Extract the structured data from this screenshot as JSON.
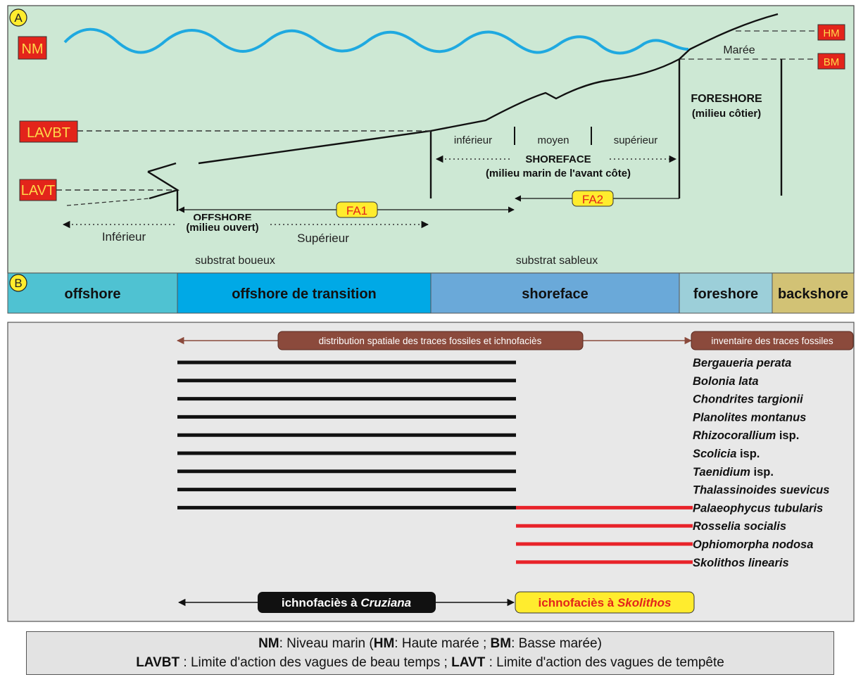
{
  "panel_a": {
    "marker": "A",
    "labels": {
      "nm": "NM",
      "hm": "HM",
      "bm": "BM",
      "lavbt": "LAVBT",
      "lavt": "LAVT",
      "maree": "Marée",
      "foreshore_title": "FORESHORE",
      "foreshore_sub": "(milieu côtier)",
      "inferieur": "inférieur",
      "moyen": "moyen",
      "superieur": "supérieur",
      "shoreface_title": "SHOREFACE",
      "shoreface_sub": "(milieu marin de l'avant côte)",
      "fa1": "FA1",
      "fa2": "FA2",
      "offshore_title": "OFFSHORE",
      "offshore_sub": "(milieu ouvert)",
      "off_inferieur": "Inférieur",
      "off_superieur": "Supérieur",
      "substrat_boueux": "substrat boueux",
      "substrat_sableux": "substrat sableux"
    }
  },
  "panel_b": {
    "marker": "B",
    "zones": [
      {
        "label": "offshore",
        "color": "#4fc2d2"
      },
      {
        "label": "offshore de transition",
        "color": "#00a9e6"
      },
      {
        "label": "shoreface",
        "color": "#6aa9d9"
      },
      {
        "label": "foreshore",
        "color": "#9ccfd9"
      },
      {
        "label": "backshore",
        "color": "#d2c275"
      }
    ],
    "distribution_label": "distribution spatiale des traces fossiles et ichnofaciès",
    "inventory_label": "inventaire des traces fossiles",
    "traces": [
      {
        "genus": "Bergaueria perata",
        "suffix": "",
        "range": "black"
      },
      {
        "genus": "Bolonia lata",
        "suffix": "",
        "range": "black"
      },
      {
        "genus": "Chondrites targionii",
        "suffix": "",
        "range": "black"
      },
      {
        "genus": "Planolites montanus",
        "suffix": "",
        "range": "black"
      },
      {
        "genus": "Rhizocorallium",
        "suffix": " isp.",
        "range": "black"
      },
      {
        "genus": "Scolicia",
        "suffix": " isp.",
        "range": "black"
      },
      {
        "genus": "Taenidium",
        "suffix": " isp.",
        "range": "black"
      },
      {
        "genus": "Thalassinoides suevicus",
        "suffix": "",
        "range": "black"
      },
      {
        "genus": "Palaeophycus tubularis",
        "suffix": "",
        "range": "both"
      },
      {
        "genus": "Rosselia socialis",
        "suffix": "",
        "range": "red"
      },
      {
        "genus": "Ophiomorpha nodosa",
        "suffix": "",
        "range": "red"
      },
      {
        "genus": "Skolithos linearis",
        "suffix": "",
        "range": "red"
      }
    ],
    "cruziana": {
      "prefix": "ichnofaciès à ",
      "name": "Cruziana"
    },
    "skolithos": {
      "prefix": "ichnofaciès à ",
      "name": "Skolithos"
    }
  },
  "legend": {
    "line1": [
      {
        "t": "NM",
        "b": true
      },
      {
        "t": ": Niveau marin (",
        "b": false
      },
      {
        "t": "HM",
        "b": true
      },
      {
        "t": ": Haute marée ; ",
        "b": false
      },
      {
        "t": "BM",
        "b": true
      },
      {
        "t": ": Basse marée)",
        "b": false
      }
    ],
    "line2": [
      {
        "t": "LAVBT",
        "b": true
      },
      {
        "t": " : Limite d'action des vagues de beau temps ; ",
        "b": false
      },
      {
        "t": "LAVT",
        "b": true
      },
      {
        "t": " : Limite d'action des vagues de tempête",
        "b": false
      }
    ]
  },
  "colors": {
    "panel_a_bg": "#cde8d4",
    "water_line": "#1fa9e0",
    "label_box": "#e3241b",
    "label_text": "#ffd84a",
    "fa_box": "#ffec2e",
    "brown": "#8b4a3c",
    "red_range": "#e8232a"
  }
}
